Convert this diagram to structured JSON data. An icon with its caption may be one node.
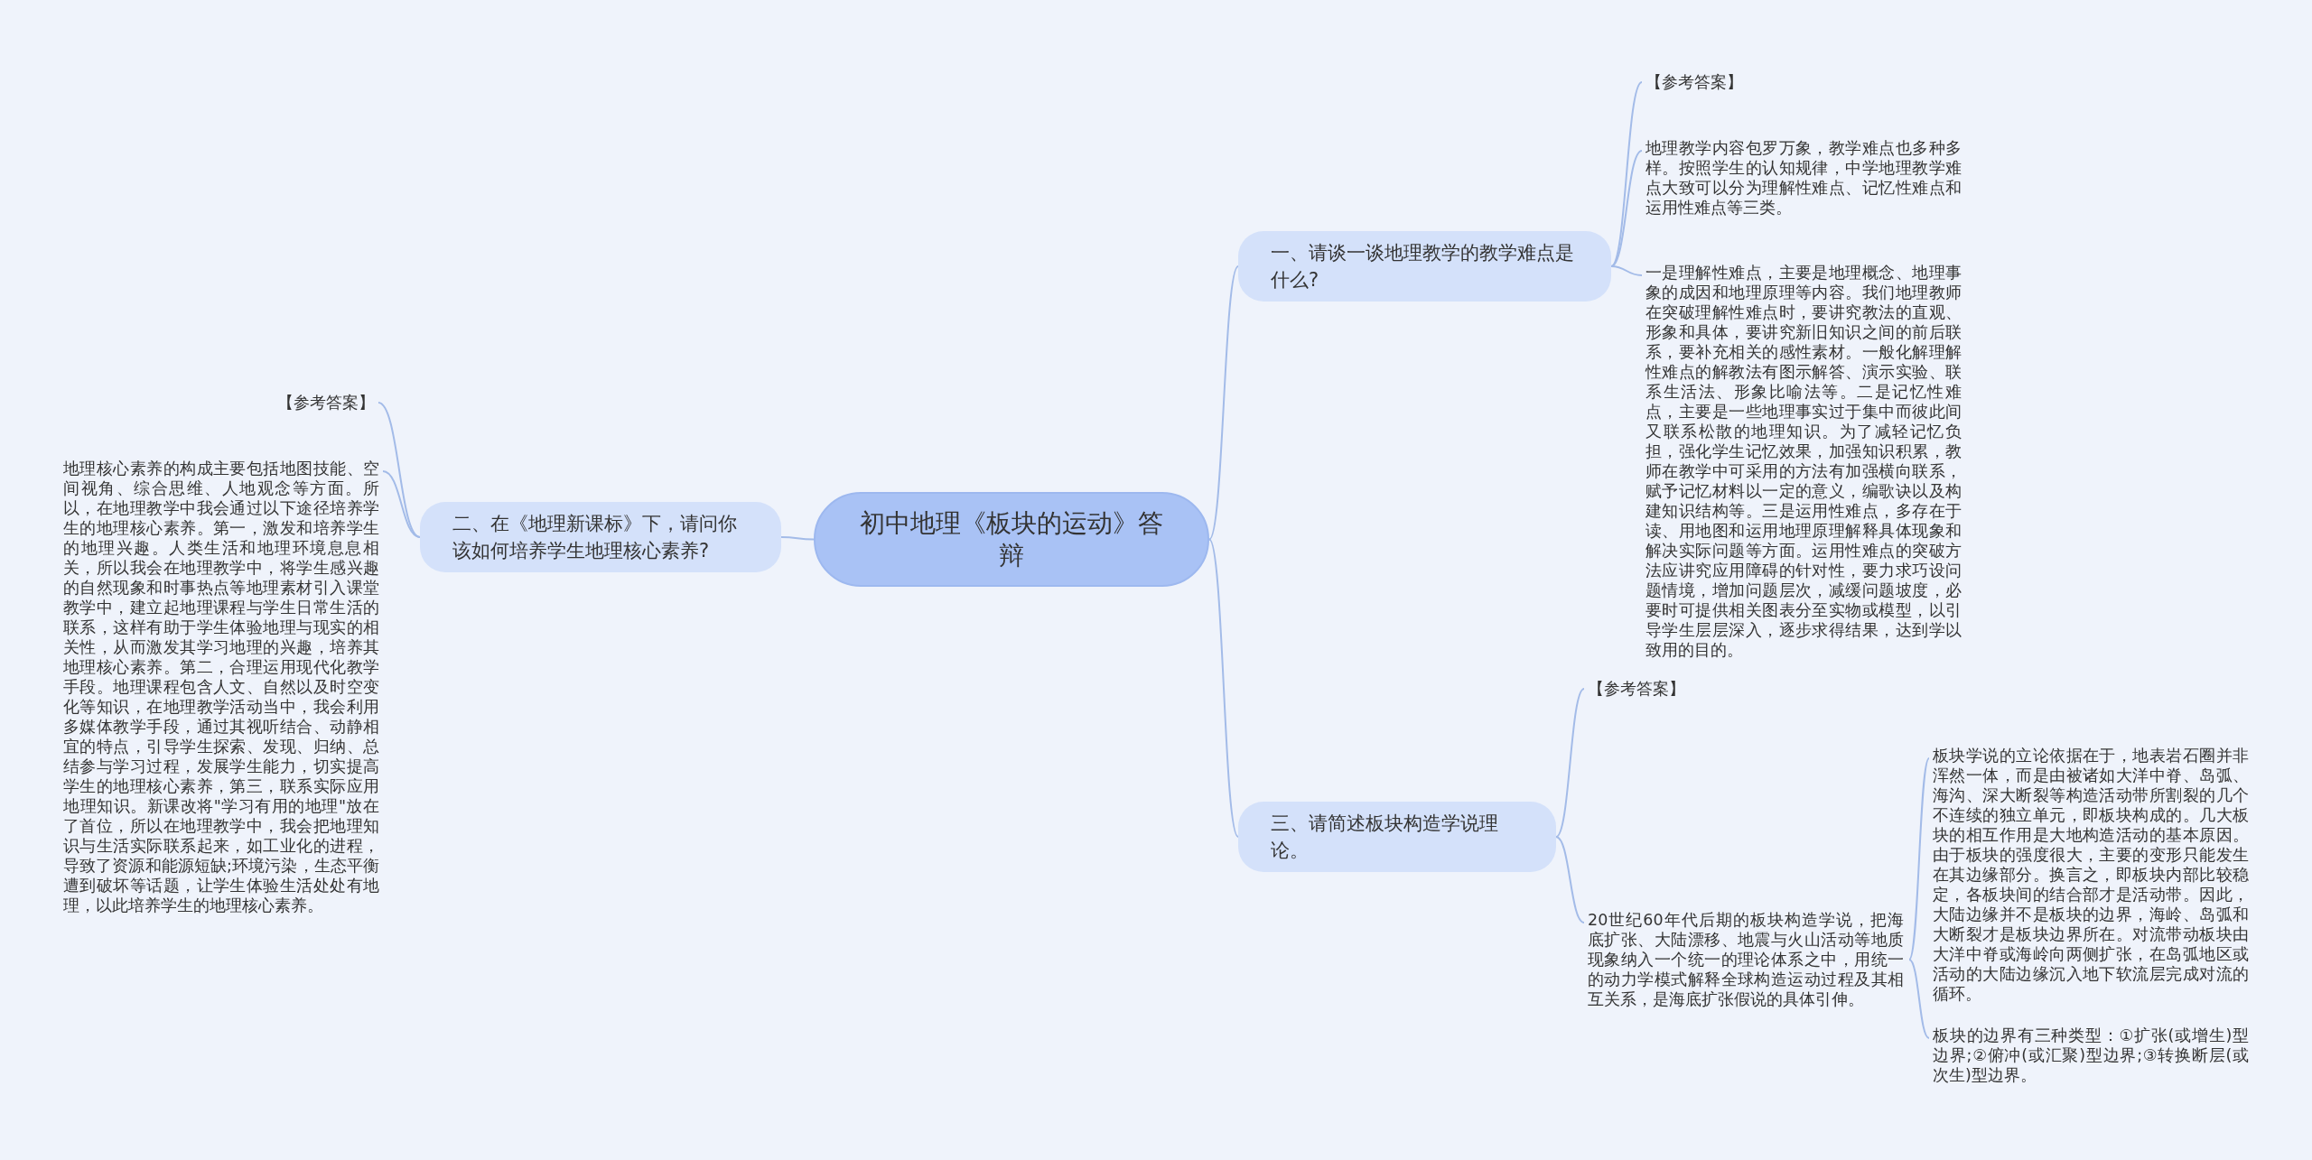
{
  "diagram": {
    "nodes": [
      {
        "text": [
          "初中地理《板块的运动》答辩"
        ]
      },
      {
        "text": [
          "一、请谈一谈地理教学的教学难点是什么?"
        ]
      },
      {
        "text": [
          "【参考答案】"
        ]
      },
      {
        "text": [
          "地理教学内容包罗万象，教学难点也多种多样。按照学生的认知规律，中学地理教学难点大致可以分为理解性难点、记忆性难点和运用性难点等三类。"
        ]
      },
      {
        "text": [
          "一是理解性难点，主要是地理概念、地理事象的成因和地理原理等内容。我们地理教师在突破理解性难点时，要讲究教法的直观、形象和具体，要讲究新旧知识之间的前后联系，要补充相关的感性素材。一般化解理解性难点的解教法有图示解答、演示实验、联系生活法、形象比喻法等。二是记忆性难点，主要是一些地理事实过于集中而彼此间又联系松散的地理知识。为了减轻记忆负担，强化学生记忆效果，加强知识积累，教师在教学中可采用的方法有加强横向联系，赋予记忆材料以一定的意义，编歌诀以及构建知识结构等。三是运用性难点，多存在于读、用地图和运用地理原理解释具体现象和解决实际问题等方面。运用性难点的突破方法应讲究应用障碍的针对性，要力求巧设问题情境，增加问题层次，减缓问题坡度，必要时可提供相关图表分至实物或模型，以引导学生层层深入，逐步求得结果，达到学以致用的目的。"
        ]
      },
      {
        "text": [
          "二、在《地理新课标》下，请问你该如何培养学生地理核心素养?"
        ]
      },
      {
        "text": [
          "【参考答案】"
        ]
      },
      {
        "text": [
          "地理核心素养的构成主要包括地图技能、空间视角、综合思维、人地观念等方面。所以，在地理教学中我会通过以下途径培养学生的地理核心素养。第一，激发和培养学生的地理兴趣。人类生活和地理环境息息相关，所以我会在地理教学中，将学生感兴趣的自然现象和时事热点等地理素材引入课堂教学中，建立起地理课程与学生日常生活的联系，这样有助于学生体验地理与现实的相关性，从而激发其学习地理的兴趣，培养其地理核心素养。第二，合理运用现代化教学手段。地理课程包含人文、自然以及时空变化等知识，在地理教学活动当中，我会利用多媒体教学手段，通过其视听结合、动静相宜的特点，引导学生探索、发现、归纳、总结参与学习过程，发展学生能力，切实提高学生的地理核心素养，第三，联系实际应用地理知识。新课改将\"学习有用的地理\"放在了首位，所以在地理教学中，我会把地理知识与生活实际联系起来，如工业化的进程，导致了资源和能源短缺;环境污染，生态平衡遭到破坏等话题，让学生体验生活处处有地理，以此培养学生的地理核心素养。"
        ]
      },
      {
        "text": [
          "三、请简述板块构造学说理论。"
        ]
      },
      {
        "text": [
          "【参考答案】"
        ]
      },
      {
        "text": [
          "20世纪60年代后期的板块构造学说，把海底扩张、大陆漂移、地震与火山活动等地质现象纳入一个统一的理论体系之中，用统一的动力学模式解释全球构造运动过程及其相互关系，是海底扩张假说的具体引伸。"
        ]
      },
      {
        "text": [
          "板块学说的立论依据在于，地表岩石圈并非浑然一体，而是由被诸如大洋中脊、岛弧、海沟、深大断裂等构造活动带所割裂的几个不连续的独立单元，即板块构成的。几大板块的相互作用是大地构造活动的基本原因。由于板块的强度很大，主要的变形只能发生在其边缘部分。换言之，即板块内部比较稳定，各板块间的结合部才是活动带。因此，大陆边缘并不是板块的边界，海岭、岛弧和大断裂才是板块边界所在。对流带动板块由大洋中脊或海岭向两侧扩张，在岛弧地区或活动的大陆边缘沉入地下软流层完成对流的循环。"
        ]
      },
      {
        "text": [
          "板块的边界有三种类型：①扩张(或增生)型边界;②俯冲(或汇聚)型边界;③转换断层(或次生)型边界。"
        ]
      }
    ],
    "edges": [
      {
        "from": 0,
        "to": 1,
        "arrow": "none"
      },
      {
        "from": 0,
        "to": 5,
        "arrow": "none"
      },
      {
        "from": 0,
        "to": 8,
        "arrow": "none"
      },
      {
        "from": 1,
        "to": 2,
        "arrow": "none"
      },
      {
        "from": 1,
        "to": 3,
        "arrow": "none"
      },
      {
        "from": 1,
        "to": 4,
        "arrow": "none"
      },
      {
        "from": 5,
        "to": 6,
        "arrow": "none"
      },
      {
        "from": 5,
        "to": 7,
        "arrow": "none"
      },
      {
        "from": 8,
        "to": 9,
        "arrow": "none"
      },
      {
        "from": 8,
        "to": 10,
        "arrow": "none"
      },
      {
        "from": 10,
        "to": 11,
        "arrow": "none"
      },
      {
        "from": 10,
        "to": 12,
        "arrow": "none"
      }
    ]
  }
}
